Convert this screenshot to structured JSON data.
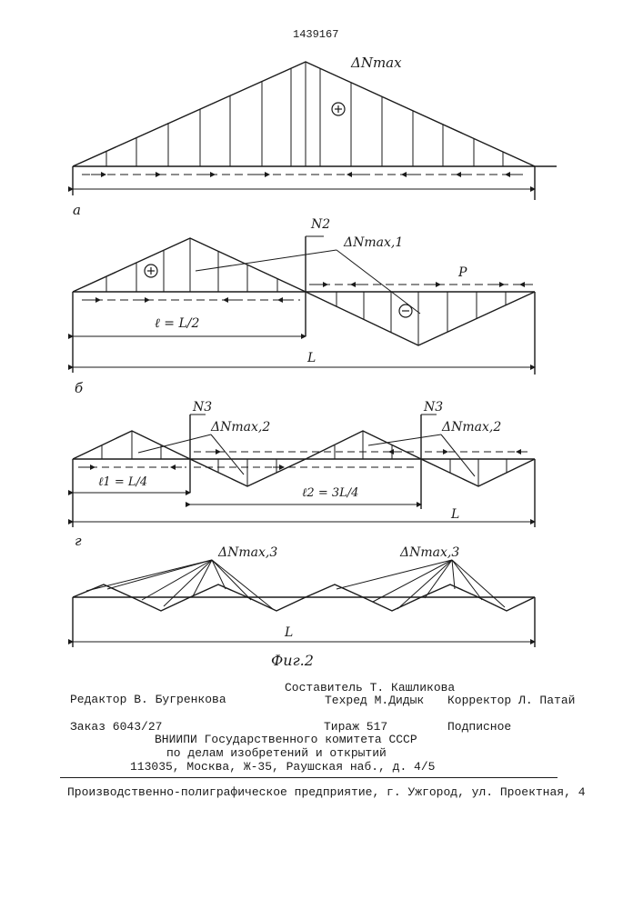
{
  "patent_number": "1439167",
  "panel_a": {
    "label": "a",
    "delta_label": "ΔNmax",
    "sign": "+"
  },
  "panel_b": {
    "label": "б",
    "n_label": "N2",
    "delta_label": "ΔNmax,1",
    "p_label": "P",
    "l_label": "ℓ = L/2",
    "span_label": "L",
    "sign_plus": "+",
    "sign_minus": "−"
  },
  "panel_v": {
    "label": "г",
    "n_label_1": "N3",
    "n_label_2": "N3",
    "delta_label_1": "ΔNmax,2",
    "delta_label_2": "ΔNmax,2",
    "l1_label": "ℓ1 = L/4",
    "l2_label": "ℓ2 = 3L/4",
    "span_label": "L"
  },
  "panel_g": {
    "delta_label_1": "ΔNmax,3",
    "delta_label_2": "ΔNmax,3",
    "span_label": "L"
  },
  "figure_caption": "Фиг.2",
  "imprint": {
    "editor": "Редактор В. Бугренкова",
    "compiler": "Составитель Т. Кашликова",
    "techred": "Техред М.Дидык",
    "corrector": "Корректор Л. Патай",
    "order": "Заказ 6043/27",
    "circulation": "Тираж 517",
    "subscription": "Подписное",
    "org_line1": "ВНИИПИ Государственного комитета СССР",
    "org_line2": "по делам изобретений и открытий",
    "org_line3": "113035, Москва, Ж-35, Раушская наб., д. 4/5",
    "printer": "Производственно-полиграфическое предприятие, г. Ужгород, ул. Проектная, 4"
  }
}
